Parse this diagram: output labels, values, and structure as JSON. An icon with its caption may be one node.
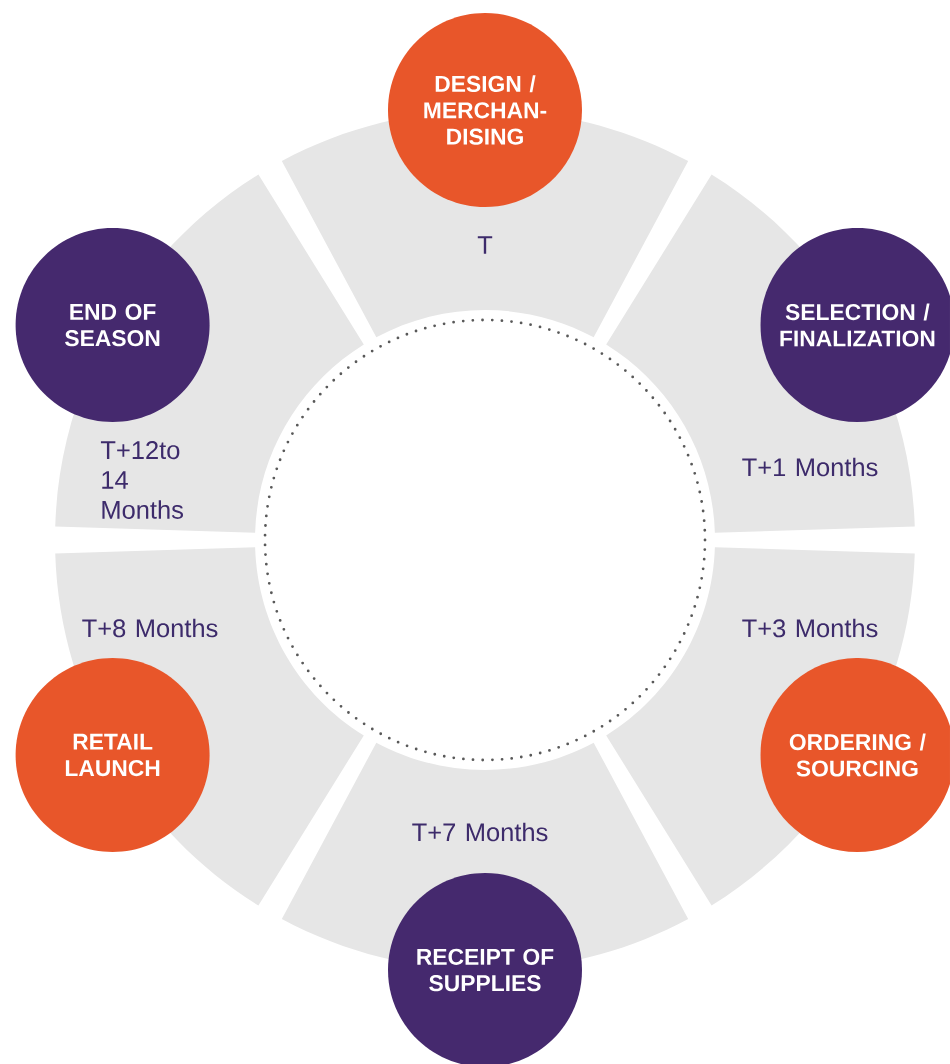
{
  "diagram": {
    "nodes": [
      {
        "text": [
          "DESIGN / MERCHAN-DISING"
        ],
        "beside": [
          "T"
        ]
      },
      {
        "text": [
          "SELECTION / FINALIZATION"
        ],
        "beside": [
          "T+1 Months"
        ]
      },
      {
        "text": [
          "ORDERING / SOURCING"
        ],
        "beside": [
          "T+3 Months"
        ]
      },
      {
        "text": [
          "RECEIPT OF SUPPLIES"
        ],
        "beside": [
          "T+7 Months"
        ]
      },
      {
        "text": [
          "RETAIL LAUNCH"
        ],
        "beside": [
          "T+8 Months"
        ]
      },
      {
        "text": [
          "END OF SEASON"
        ],
        "beside": [
          "T+12to 14 Months"
        ]
      }
    ]
  }
}
